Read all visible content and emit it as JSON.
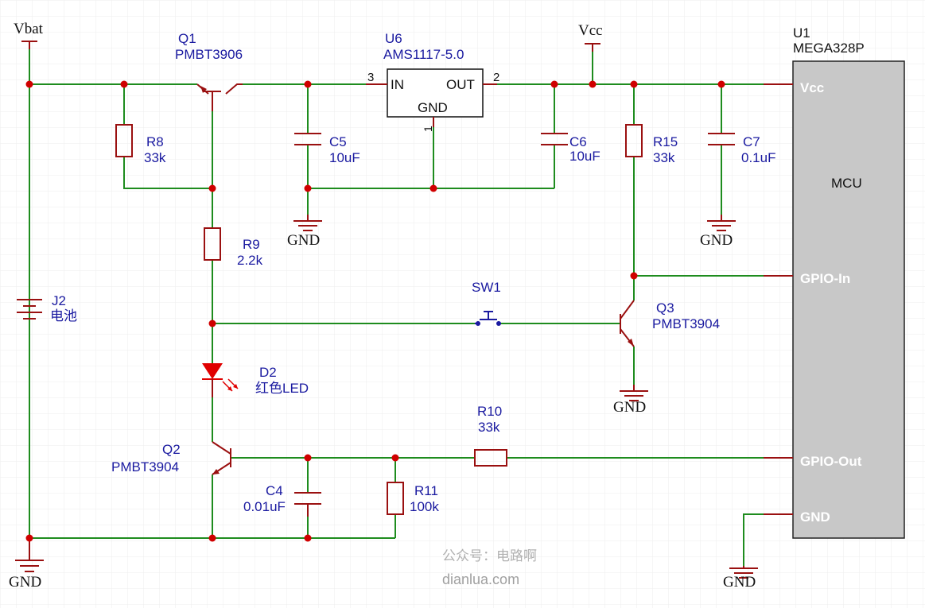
{
  "power": {
    "vbat": "Vbat",
    "vcc": "Vcc",
    "gnd": "GND"
  },
  "q1": {
    "ref": "Q1",
    "value": "PMBT3906"
  },
  "u6": {
    "ref": "U6",
    "value": "AMS1117-5.0",
    "pin_in": "IN",
    "pin_out": "OUT",
    "pin_gnd": "GND",
    "pin_num_in": "3",
    "pin_num_out": "2",
    "pin_num_gnd": "1"
  },
  "r8": {
    "ref": "R8",
    "value": "33k"
  },
  "c5": {
    "ref": "C5",
    "value": "10uF"
  },
  "c6": {
    "ref": "C6",
    "value": "10uF"
  },
  "r15": {
    "ref": "R15",
    "value": "33k"
  },
  "c7": {
    "ref": "C7",
    "value": "0.1uF"
  },
  "r9": {
    "ref": "R9",
    "value": "2.2k"
  },
  "j2": {
    "ref": "J2",
    "value": "电池"
  },
  "sw1": {
    "ref": "SW1"
  },
  "q3": {
    "ref": "Q3",
    "value": "PMBT3904"
  },
  "d2": {
    "ref": "D2",
    "value": "红色LED"
  },
  "q2": {
    "ref": "Q2",
    "value": "PMBT3904"
  },
  "r10": {
    "ref": "R10",
    "value": "33k"
  },
  "c4": {
    "ref": "C4",
    "value": "0.01uF"
  },
  "r11": {
    "ref": "R11",
    "value": "100k"
  },
  "u1": {
    "ref": "U1",
    "value": "MEGA328P",
    "body": "MCU",
    "pin_vcc": "Vcc",
    "pin_gpio_in": "GPIO-In",
    "pin_gpio_out": "GPIO-Out",
    "pin_gnd": "GND"
  },
  "watermark": {
    "line1": "公众号：电路啊",
    "line2": "dianlua.com"
  },
  "colors": {
    "wire": "#1e8c1e",
    "part": "#9a1010",
    "junction": "#d00000",
    "label": "#1a1aa0",
    "led": "#e00000",
    "mcu_fill": "#c8c8c8"
  }
}
